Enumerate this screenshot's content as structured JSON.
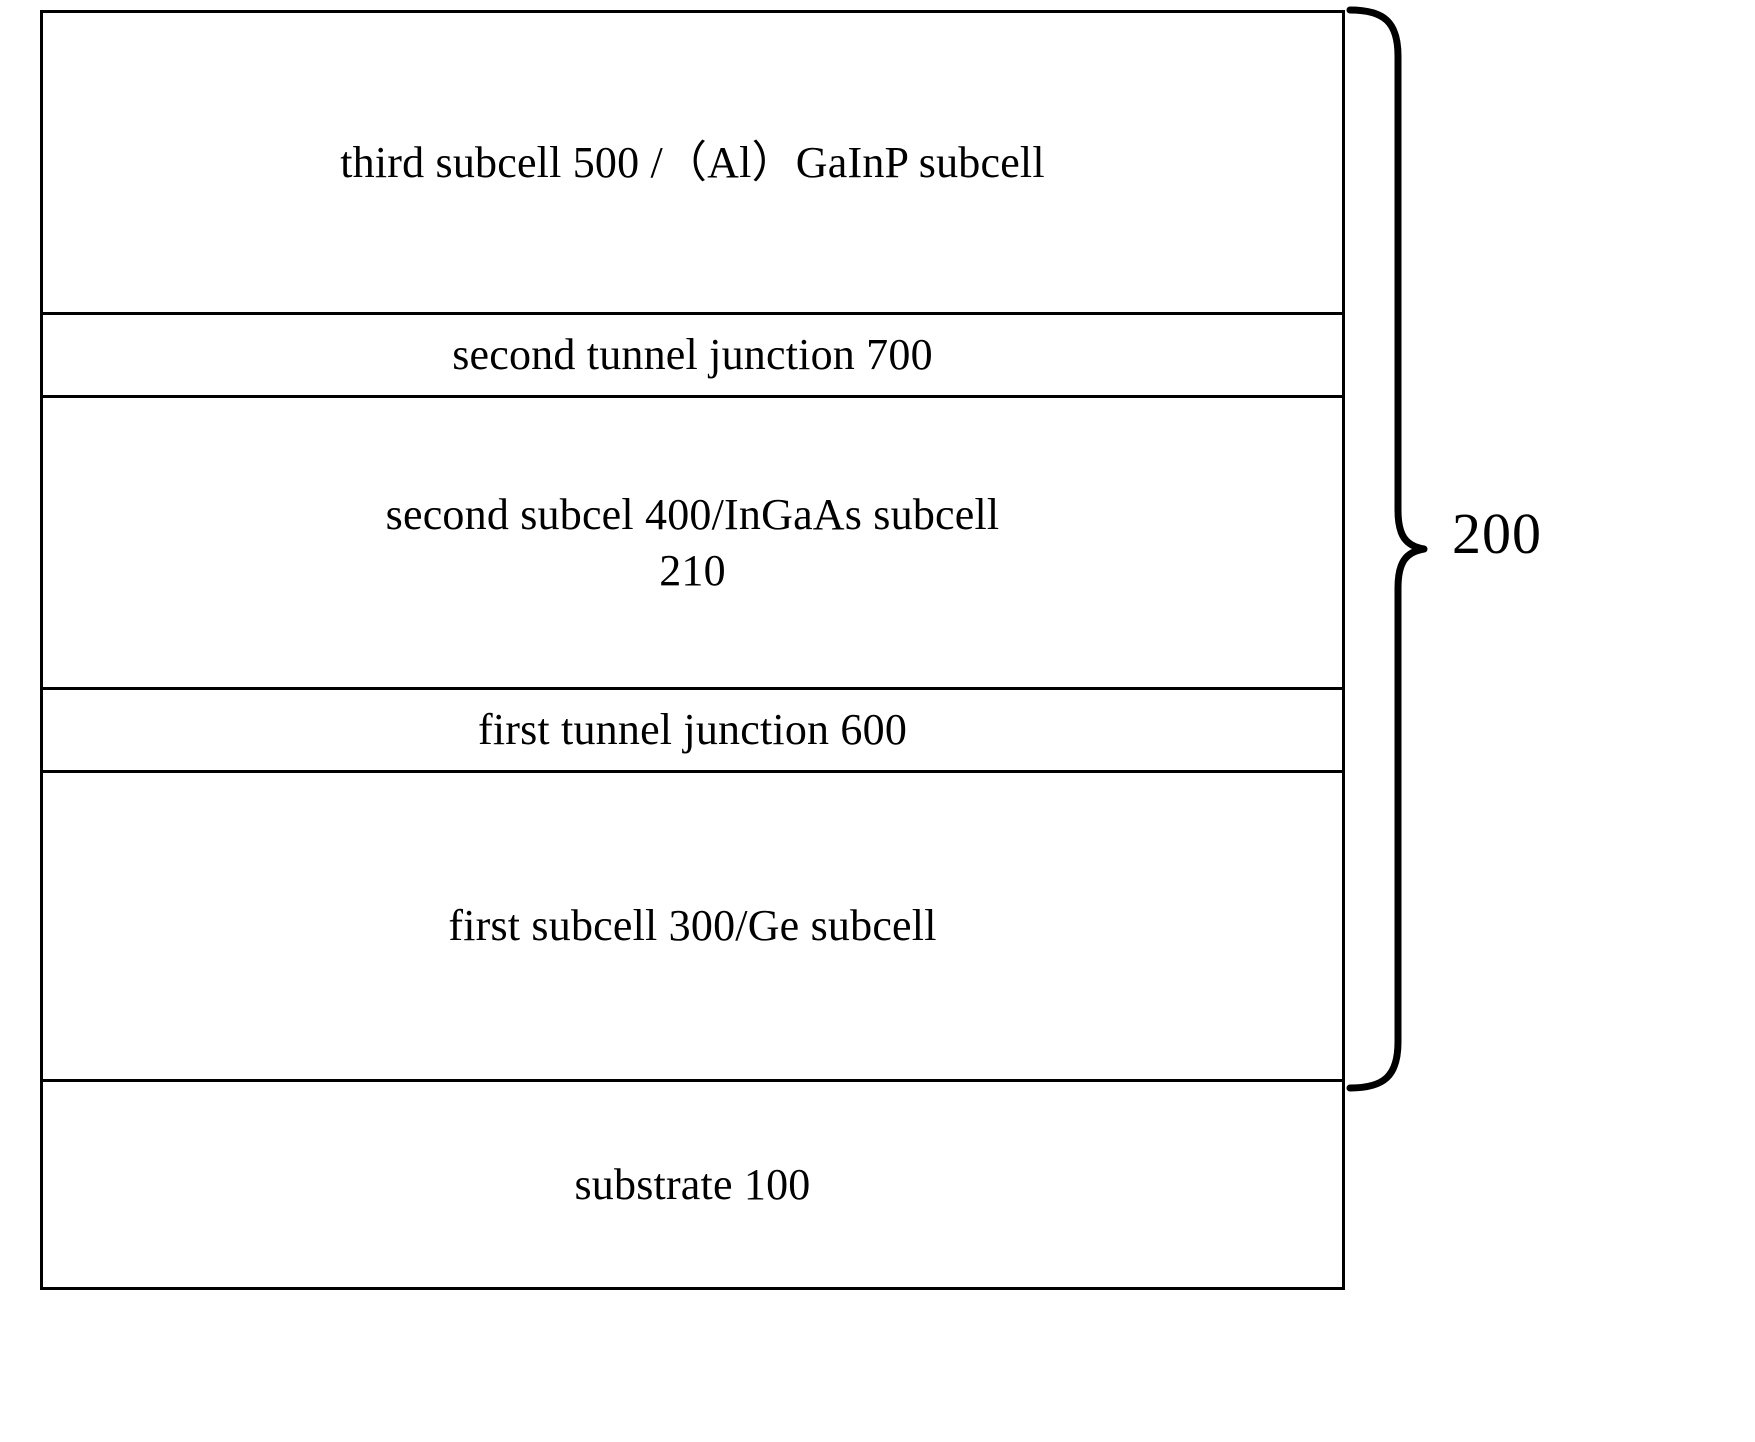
{
  "figure": {
    "type": "layer-stack-cross-section",
    "description": "Multi-junction solar cell epitaxial layer stack",
    "background_color": "#ffffff",
    "line_color": "#000000"
  },
  "stack": {
    "layers": [
      {
        "id": "third-subcell",
        "label": "third subcell 500 /（Al）GaInP subcell",
        "reference_numerals": [
          "500"
        ]
      },
      {
        "id": "second-tunnel-junction",
        "label": "second tunnel junction 700",
        "reference_numerals": [
          "700"
        ]
      },
      {
        "id": "second-subcell",
        "label": "second subcel 400/InGaAs subcell\n210",
        "reference_numerals": [
          "400",
          "210"
        ]
      },
      {
        "id": "first-tunnel-junction",
        "label": "first tunnel junction 600",
        "reference_numerals": [
          "600"
        ]
      },
      {
        "id": "first-subcell",
        "label": "first subcell 300/Ge subcell",
        "reference_numerals": [
          "300"
        ]
      },
      {
        "id": "substrate",
        "label": "substrate 100",
        "reference_numerals": [
          "100"
        ]
      }
    ]
  },
  "brace": {
    "label": "200",
    "spans_layers": [
      "third-subcell",
      "second-tunnel-junction",
      "second-subcell",
      "first-tunnel-junction",
      "first-subcell"
    ]
  }
}
